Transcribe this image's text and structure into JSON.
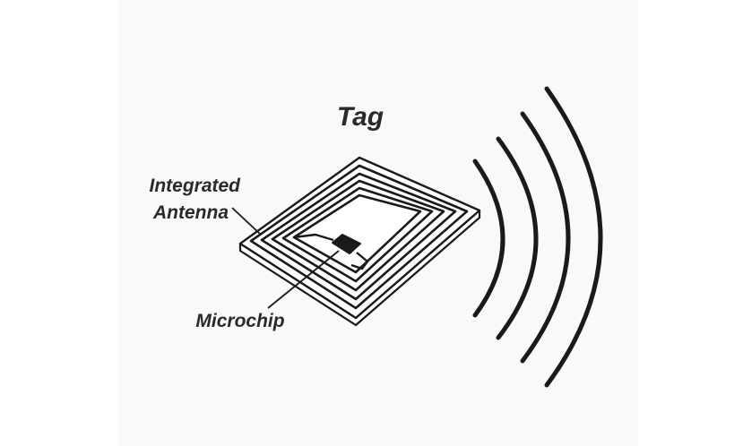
{
  "diagram": {
    "title": "Tag",
    "labels": {
      "antenna_line1": "Integrated",
      "antenna_line2": "Antenna",
      "microchip": "Microchip"
    },
    "colors": {
      "ink": "#1a1a1a",
      "label": "#2a2a2a",
      "panel": "#f9f9f9",
      "background": "#ffffff"
    },
    "components": [
      "tag-body",
      "antenna-coil",
      "microchip",
      "radio-waves"
    ],
    "wave_count": 4
  }
}
